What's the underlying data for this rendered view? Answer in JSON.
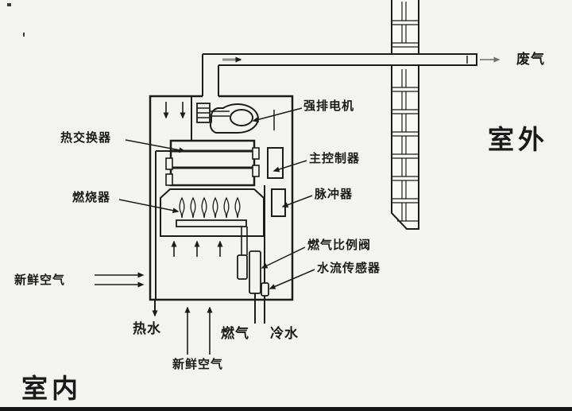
{
  "diagram": {
    "region_outdoor": "室外",
    "region_indoor": "室内",
    "labels": {
      "exhaust_gas": "废气",
      "forced_exhaust_motor": "强排电机",
      "heat_exchanger": "热交换器",
      "main_controller": "主控制器",
      "burner": "燃烧器",
      "pulse_device": "脉冲器",
      "gas_proportional_valve": "燃气比例阀",
      "water_flow_sensor": "水流传感器",
      "fresh_air_left": "新鲜空气",
      "fresh_air_bottom": "新鲜空气",
      "hot_water": "热水",
      "gas": "燃气",
      "cold_water": "冷水"
    },
    "colors": {
      "line": "#1c1c1c",
      "background": "#f3f3f1",
      "flow_arrow_gray": "#8e8e8e",
      "bottom_edge": "#161616"
    }
  }
}
